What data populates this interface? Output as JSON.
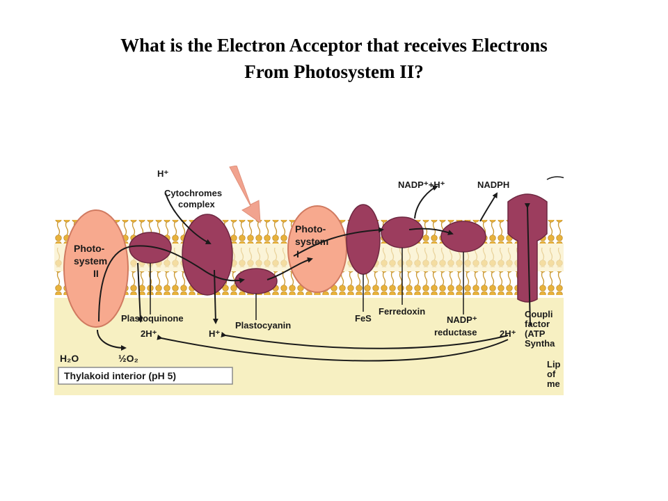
{
  "slide": {
    "title_line1": "What is the Electron Acceptor that receives Electrons",
    "title_line2": "From Photosystem II?"
  },
  "diagram": {
    "labels": {
      "h_plus_top": "H⁺",
      "cytochromes_line1": "Cytochromes",
      "cytochromes_line2": "complex",
      "nadp_h": "NADP⁺+H⁺",
      "nadph": "NADPH",
      "ps2_line1": "Photo-",
      "ps2_line2": "system",
      "ps2_line3": "II",
      "ps1_line1": "Photo-",
      "ps1_line2": "system",
      "ps1_line3": "I",
      "fes": "FeS",
      "ferredoxin": "Ferredoxin",
      "plastoquinone": "Plastoquinone",
      "plastocyanin": "Plastocyanin",
      "nadp_reductase_line1": "NADP⁺",
      "nadp_reductase_line2": "reductase",
      "two_h_left": "2H⁺",
      "h_plus_mid": "H⁺",
      "two_h_right": "2H⁺",
      "coupling_line1": "Coupli",
      "coupling_line2": "factor",
      "coupling_line3": "(ATP",
      "coupling_line4": "Syntha",
      "lip_line1": "Lip",
      "lip_line2": "of",
      "lip_line3": "me",
      "water": "H₂O",
      "oxygen": "½O₂",
      "thylakoid_interior": "Thylakoid interior (pH 5)"
    },
    "colors": {
      "membrane_head": "#e8b23c",
      "interior": "#f7f0c2",
      "stroma": "#fbf8e6",
      "photosystem": "#f7a98e",
      "protein": "#9c3d5e",
      "arrow": "#1a1a1a",
      "pointer_arrow": "#f1a38f"
    }
  }
}
